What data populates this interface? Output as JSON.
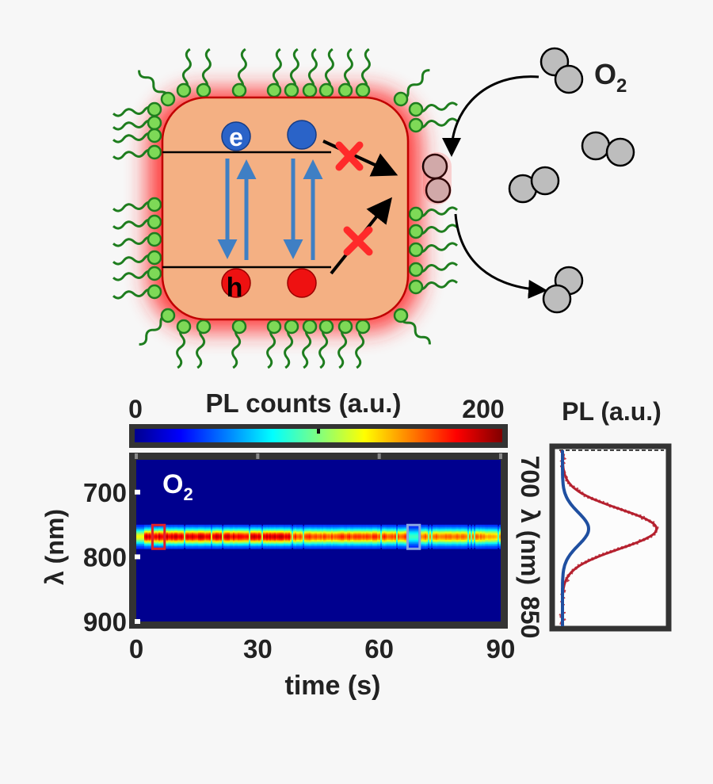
{
  "schematic": {
    "electron_label": "e",
    "hole_label": "h",
    "oxygen_label": "O",
    "oxygen_subscript": "2",
    "colors": {
      "crystal_fill": "#f4b083",
      "crystal_edge": "#c00000",
      "glow": "#ff2020",
      "ligand": "#1e7d1e",
      "ligand_head": "#7ed957",
      "electron": "#2a63c8",
      "hole": "#ee1111",
      "transition_arrow": "#3f7fc4",
      "blocked_cross": "#ff2a2a",
      "oxygen_fill": "#bdbdbd"
    }
  },
  "colorbar": {
    "title": "PL counts (a.u.)",
    "min_label": "0",
    "max_label": "200",
    "colormap": "jet"
  },
  "heatmap": {
    "annotation_main": "O",
    "annotation_sub": "2",
    "xlabel": "time (s)",
    "ylabel": "λ (nm)",
    "xticks": [
      "0",
      "30",
      "60",
      "90"
    ],
    "yticks": [
      "700",
      "800",
      "900"
    ],
    "xlim": [
      0,
      90
    ],
    "ylim": [
      650,
      900
    ],
    "band_center_nm": 768,
    "box_red_time": [
      4,
      7
    ],
    "box_blue_time": [
      67,
      70
    ],
    "box_red_color": "#e0202a",
    "box_blue_color": "#8aa6e0"
  },
  "spectrum": {
    "title": "PL (a.u.)",
    "ylabel": "λ (nm)",
    "ytick_top": "700",
    "ytick_bottom": "850",
    "ylim": [
      700,
      850
    ],
    "bright_color": "#b5202e",
    "dim_color": "#1f4fa0"
  },
  "chart_data": {
    "type": "heatmap",
    "xlabel": "time (s)",
    "ylabel": "λ (nm)",
    "xlim": [
      0,
      90
    ],
    "ylim": [
      650,
      900
    ],
    "colorbar_range": [
      0,
      200
    ],
    "colorbar_label": "PL counts (a.u.)",
    "band_center_nm": 768,
    "spectra": {
      "ylabel": "λ (nm)",
      "ylim": [
        700,
        850
      ],
      "series": [
        {
          "peak_nm": 767,
          "peak_level": 0.9
        },
        {
          "peak_nm": 767,
          "peak_level": 0.25
        }
      ]
    }
  }
}
